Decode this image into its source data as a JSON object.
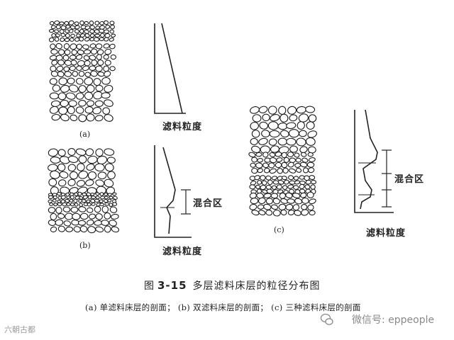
{
  "panels": {
    "a": {
      "label": "(a)"
    },
    "b": {
      "label": "(b)"
    },
    "c": {
      "label": "(c)"
    }
  },
  "curves": {
    "x_label": "滤料粒度",
    "mixed_zone_label": "混合区"
  },
  "caption": {
    "prefix": "图",
    "number": "3-15",
    "title": "多层滤料床层的粒径分布图",
    "subcaption": "(a) 单滤料床层的剖面；  (b) 双滤料床层的剖面；  (c) 三种滤料床层的剖面"
  },
  "watermarks": {
    "left": "六朝古都",
    "right": "微信号: eppeople"
  }
}
